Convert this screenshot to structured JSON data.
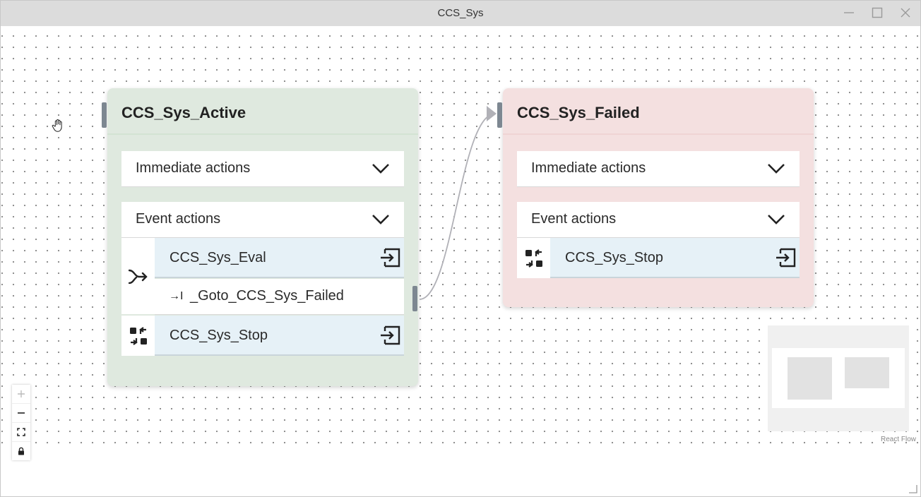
{
  "window": {
    "title": "CCS_Sys"
  },
  "nodes": [
    {
      "title": "CCS_Sys_Active",
      "color": "#dfe9df",
      "sections": {
        "immediate_label": "Immediate actions",
        "event_label": "Event actions"
      },
      "event_group": {
        "icon": "merge-arrow-icon",
        "eval_label": "CCS_Sys_Eval",
        "goto_arrow": "→I",
        "goto_label": "_Goto_CCS_Sys_Failed"
      },
      "stop_action": {
        "icon": "swap-blocks-icon",
        "label": "CCS_Sys_Stop"
      }
    },
    {
      "title": "CCS_Sys_Failed",
      "color": "#f4e0e0",
      "sections": {
        "immediate_label": "Immediate actions",
        "event_label": "Event actions"
      },
      "stop_action": {
        "icon": "swap-blocks-icon",
        "label": "CCS_Sys_Stop"
      }
    }
  ],
  "controls": [
    "zoom-in",
    "zoom-out",
    "fit-view",
    "lock"
  ],
  "attribution": "React Flow"
}
